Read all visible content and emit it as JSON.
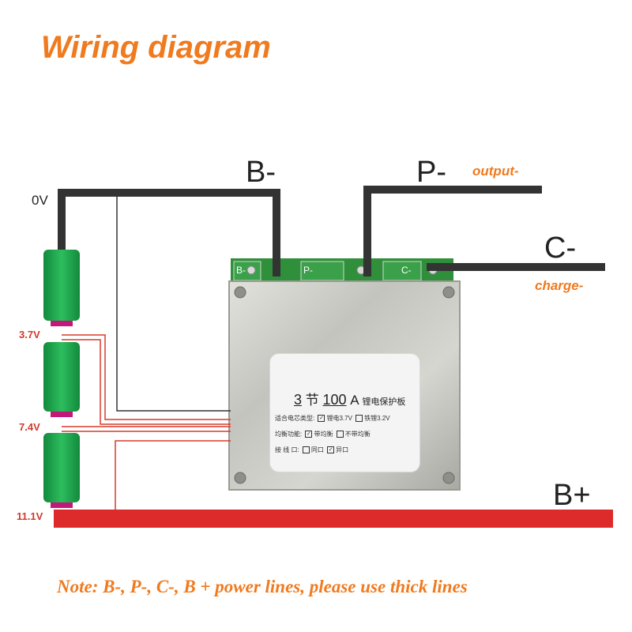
{
  "title": "Wiring diagram",
  "note": "Note: B-, P-, C-, B + power lines, please use thick lines",
  "terminals": {
    "b_minus": "B-",
    "p_minus": "P-",
    "c_minus": "C-",
    "b_plus": "B+"
  },
  "sublabels": {
    "output": "output-",
    "charge": "charge-"
  },
  "voltages": {
    "v0": "0V",
    "v1": "3.7V",
    "v2": "7.4V",
    "v3": "11.1V"
  },
  "pcb_pads": {
    "b": "B-",
    "p": "P-",
    "c": "C-"
  },
  "spec_card": {
    "cells": "3",
    "cells_unit": "节",
    "current": "100",
    "current_unit": "A",
    "board_name": "锂电保护板",
    "row1_label": "适合电芯类型:",
    "row1_opt1": "锂电3.7V",
    "row1_opt2": "铁锂3.2V",
    "row2_label": "均衡功能:",
    "row2_opt1": "带均衡",
    "row2_opt2": "不带均衡",
    "row3_label": "接 线 口:",
    "row3_opt1": "同口",
    "row3_opt2": "异口"
  },
  "colors": {
    "accent": "#f07a1e",
    "wire_power": "#333333",
    "wire_b_plus": "#dd2a2a",
    "balance_wire": "#d83a2a",
    "cell_green": "#1fa34e",
    "cell_connector": "#c2187a",
    "pcb_green": "#2f8f3a",
    "case_metal": "#c9c9c4"
  }
}
